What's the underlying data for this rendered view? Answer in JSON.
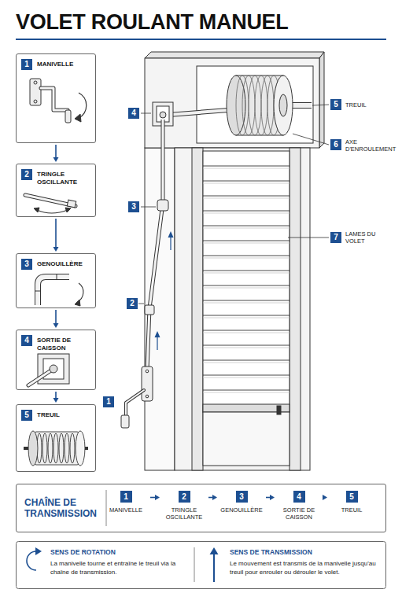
{
  "diagram": {
    "title": "VOLET ROULANT MANUEL",
    "nodes": [
      {
        "text": [
          "1",
          "MANIVELLE"
        ]
      },
      {
        "text": [
          "2",
          "TRINGLE OSCILLANTE"
        ]
      },
      {
        "text": [
          "3",
          "GENOUILLÈRE"
        ]
      },
      {
        "text": [
          "4",
          "SORTIE DE CAISSON"
        ]
      },
      {
        "text": [
          "5",
          "TREUIL"
        ]
      },
      {
        "text": [
          "CHAÎNE DE TRANSMISSION"
        ]
      },
      {
        "text": [
          "1",
          "MANIVELLE"
        ],
        "in": 5
      },
      {
        "text": [
          "2",
          "TRINGLE OSCILLANTE"
        ],
        "in": 5
      },
      {
        "text": [
          "3",
          "GENOUILLÈRE"
        ],
        "in": 5
      },
      {
        "text": [
          "4",
          "SORTIE DE CAISSON"
        ],
        "in": 5
      },
      {
        "text": [
          "5",
          "TREUIL"
        ],
        "in": 5
      },
      {
        "text": [
          "SENS DE ROTATION",
          "La manivelle tourne et entraîne le treuil via la chaîne de transmission."
        ]
      },
      {
        "text": [
          "SENS DE TRANSMISSION",
          "Le mouvement est transmis de la manivelle jusqu'au treuil pour enrouler ou dérouler le volet."
        ]
      }
    ],
    "edges": [
      {
        "from": 0,
        "to": 1,
        "arrow": "to"
      },
      {
        "from": 1,
        "to": 2,
        "arrow": "to"
      },
      {
        "from": 2,
        "to": 3,
        "arrow": "to"
      },
      {
        "from": 3,
        "to": 4,
        "arrow": "to"
      },
      {
        "from": 6,
        "to": 7,
        "arrow": "to"
      },
      {
        "from": 7,
        "to": 8,
        "arrow": "to"
      },
      {
        "from": 8,
        "to": 9,
        "arrow": "to"
      },
      {
        "from": 9,
        "to": 10,
        "arrow": "to"
      }
    ],
    "labels": [
      "4",
      "3",
      "2",
      "1",
      "5",
      "TREUIL",
      "6",
      "AXE D'ENROULEMENT",
      "7",
      "LAMES DU VOLET"
    ]
  }
}
